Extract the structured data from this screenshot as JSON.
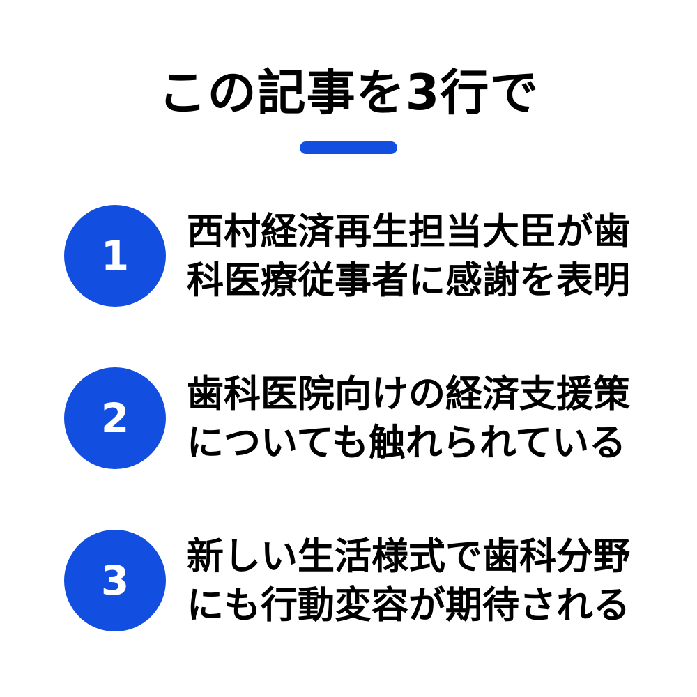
{
  "title": "この記事を3行で",
  "colors": {
    "accent": "#124ee0",
    "text": "#000000",
    "background": "#ffffff"
  },
  "items": [
    {
      "number": "1",
      "line1": "西村経済再生担当大臣が歯",
      "line2": "科医療従事者に感謝を表明"
    },
    {
      "number": "2",
      "line1": "歯科医院向けの経済支援策",
      "line2": "についても触れられている"
    },
    {
      "number": "3",
      "line1": "新しい生活様式で歯科分野",
      "line2": "にも行動変容が期待される"
    }
  ]
}
